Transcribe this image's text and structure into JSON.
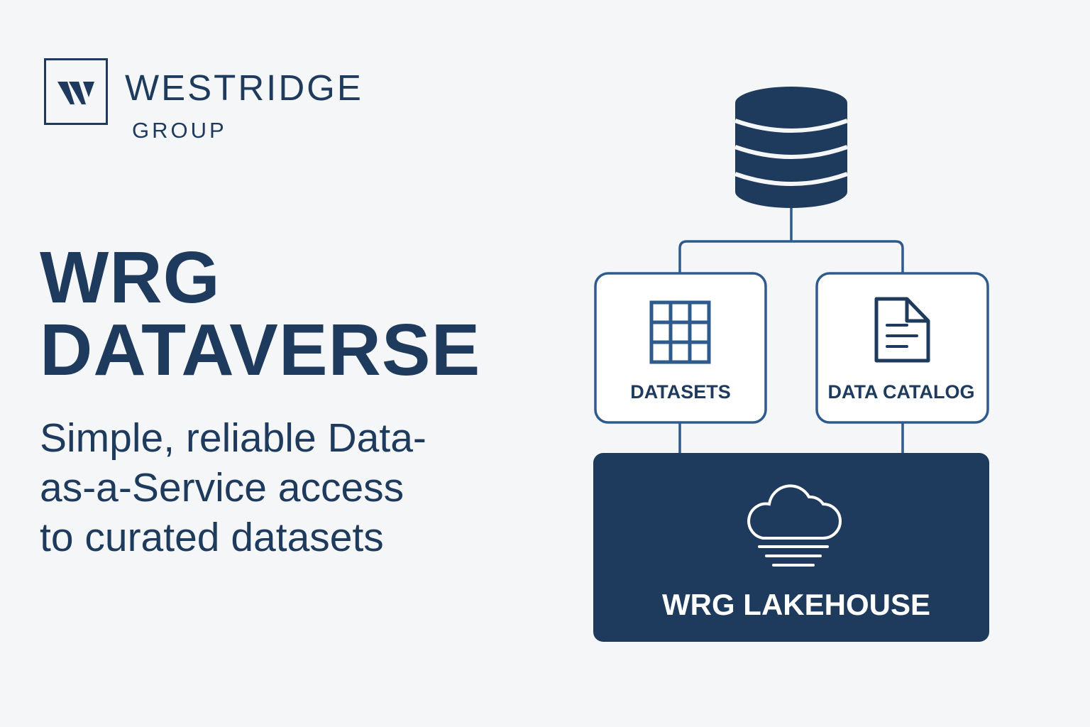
{
  "logo": {
    "mark": "W",
    "name": "WESTRIDGE",
    "sub": "GROUP"
  },
  "title": {
    "line1": "WRG",
    "line2": "DATAVERSE"
  },
  "subtitle": "Simple, reliable Data-as-a-Service access to curated datasets",
  "diagram": {
    "source_icon": "database-icon",
    "nodes": [
      {
        "label": "DATASETS",
        "icon": "table-grid-icon"
      },
      {
        "label": "DATA CATALOG",
        "icon": "document-icon"
      }
    ],
    "base": {
      "label": "WRG LAKEHOUSE",
      "icon": "cloud-icon"
    }
  },
  "colors": {
    "navy": "#1e3a5c",
    "border": "#2f5a8e",
    "background": "#f5f6f7"
  }
}
